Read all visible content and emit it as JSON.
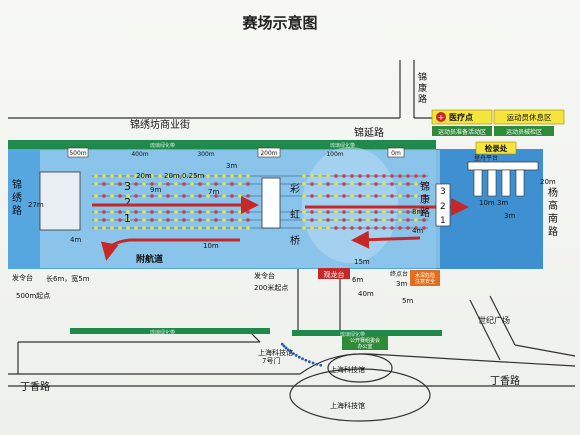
{
  "title": "赛场示意图",
  "roads": {
    "jinkang_top": "锦康路",
    "jinxiu_street": "锦绣坊商业街",
    "jinyan": "锦延路",
    "jinxiu_left": "锦绣路",
    "jinkang_right": "锦康路",
    "yanggao": "杨高南路",
    "dingxiang_left": "丁香路",
    "dingxiang_right": "丁香路",
    "shiji": "世纪广场"
  },
  "legend": {
    "medical": "医疗点",
    "athlete_rest": "运动员休息区",
    "prep_area": "运动员准备活动区",
    "equipment": "运动员械检区"
  },
  "venue": {
    "inspection": "检录处",
    "boarding": "登舟平台",
    "rainbow": [
      "彩",
      "虹",
      "桥"
    ],
    "aux_lane": "附航道",
    "viewing": "观龙台",
    "drinking_water": "水深危险 注意安全",
    "science_museum_gate": "上海科技馆 7号门",
    "science_museum": "上海科技馆",
    "committee_office": "公开赛组委会 办公室",
    "start_point": "500m起点",
    "start_signal_1": "发令台",
    "start_signal_2": "发令台",
    "finish_point": "200米起点",
    "buoy_sizes": "长6m，宽5m",
    "referee": "终点台",
    "greenbelt": "琉璃绿化带"
  },
  "markers": {
    "distance": [
      "500m",
      "400m",
      "300m",
      "200m",
      "100m",
      "0m"
    ],
    "lanes": [
      "3",
      "2",
      "1"
    ],
    "lanes_right": [
      "3",
      "2",
      "1"
    ]
  },
  "dimensions": {
    "d20m": "20m",
    "d9m": "9m",
    "d3m": "3m",
    "d7m": "7m",
    "d20_25": "20m,0.25m",
    "d27m": "27m",
    "d4m": "4m",
    "d10m": "10m",
    "d6m": "6m",
    "d15m": "15m",
    "d40m": "40m",
    "d3m_b": "3m",
    "d5m": "5m",
    "d4m_r": "4m",
    "d20m_r": "20m",
    "d3m_r": "3m",
    "d10m_3m": "10m 3m",
    "d8m": "8m"
  },
  "colors": {
    "water": "#56a6e0",
    "water_dark": "#3f90d0",
    "lane_glow": "#b8dcf3",
    "greenbelt": "#1f8a4c",
    "arrow_red": "#c62828",
    "buoy_yellow": "#f1e33a",
    "buoy_red": "#d43a3a",
    "sign_yellow": "#f4e43d",
    "sign_green": "#2f8a3a",
    "sign_red": "#c62828",
    "sign_orange": "#e07020"
  }
}
